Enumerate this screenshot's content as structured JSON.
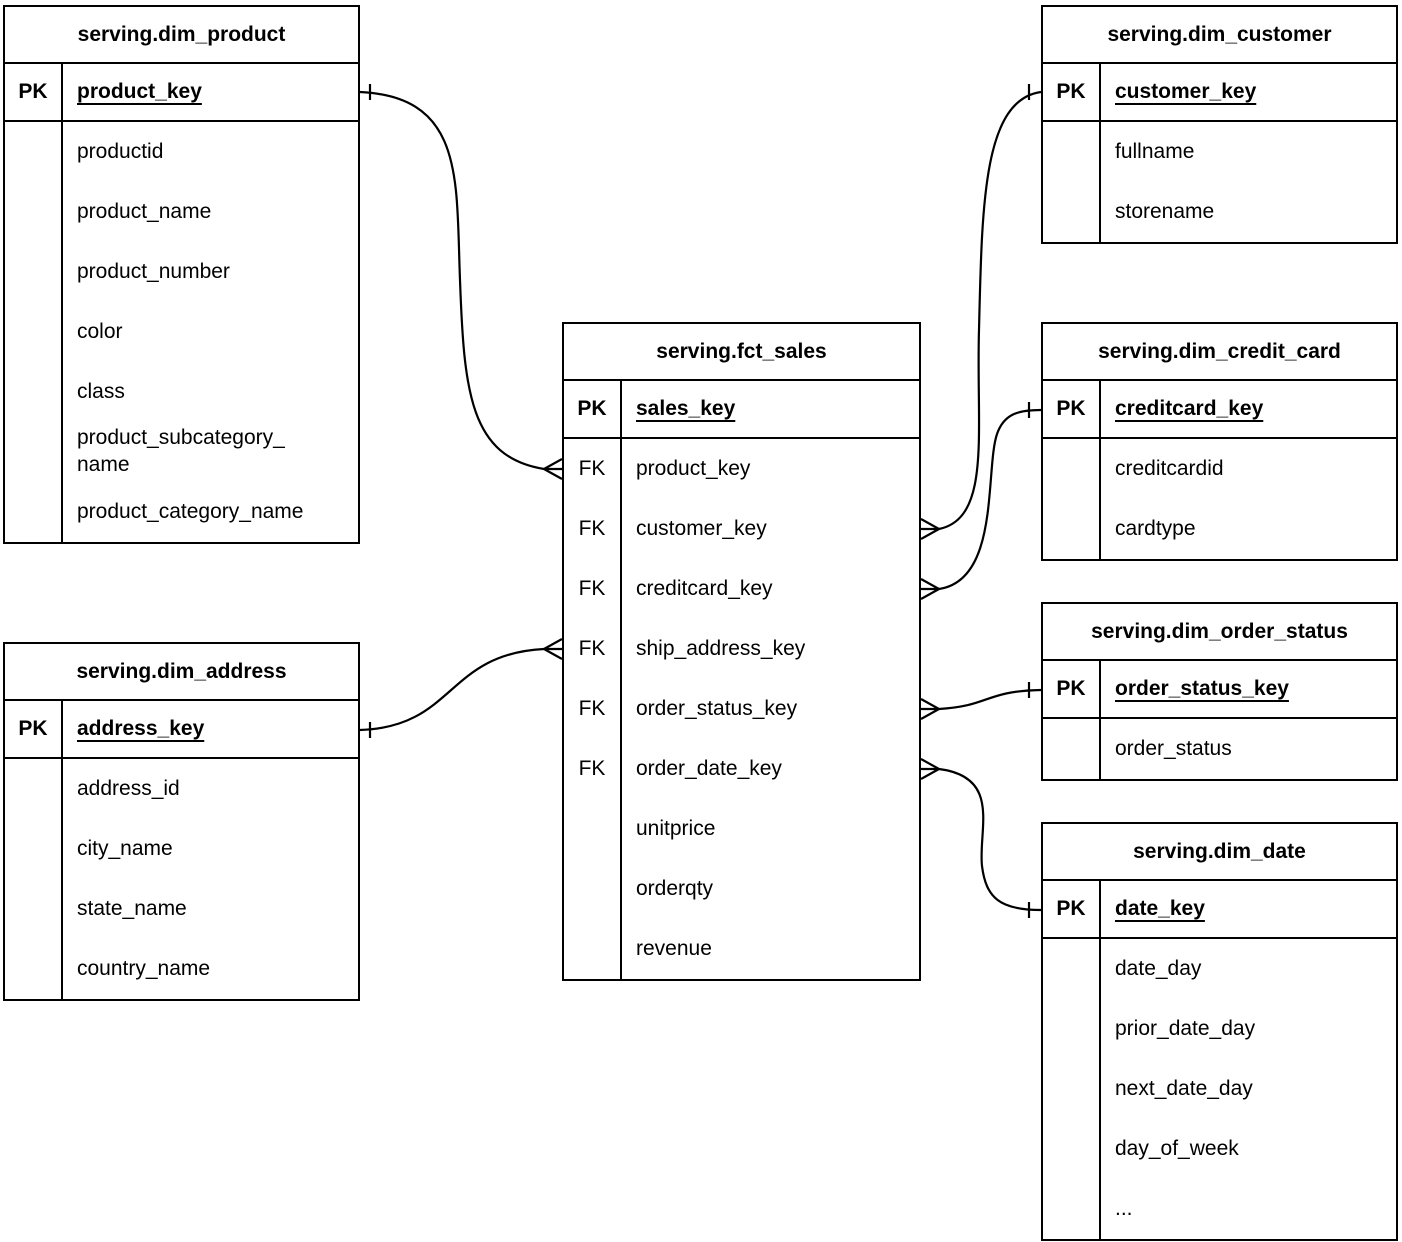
{
  "diagram_type": "entity-relationship",
  "colors": {
    "line": "#000000",
    "background": "#ffffff",
    "text": "#000000"
  },
  "tables": {
    "dim_product": {
      "title": "serving.dim_product",
      "pk": {
        "tag": "PK",
        "field": "product_key"
      },
      "rows": [
        {
          "tag": "",
          "field": "productid"
        },
        {
          "tag": "",
          "field": "product_name"
        },
        {
          "tag": "",
          "field": "product_number"
        },
        {
          "tag": "",
          "field": "color"
        },
        {
          "tag": "",
          "field": "class"
        },
        {
          "tag": "",
          "field": "product_subcategory_\nname"
        },
        {
          "tag": "",
          "field": "product_category_name"
        }
      ]
    },
    "dim_address": {
      "title": "serving.dim_address",
      "pk": {
        "tag": "PK",
        "field": "address_key"
      },
      "rows": [
        {
          "tag": "",
          "field": "address_id"
        },
        {
          "tag": "",
          "field": "city_name"
        },
        {
          "tag": "",
          "field": "state_name"
        },
        {
          "tag": "",
          "field": "country_name"
        }
      ]
    },
    "fct_sales": {
      "title": "serving.fct_sales",
      "pk": {
        "tag": "PK",
        "field": "sales_key"
      },
      "rows": [
        {
          "tag": "FK",
          "field": "product_key"
        },
        {
          "tag": "FK",
          "field": "customer_key"
        },
        {
          "tag": "FK",
          "field": "creditcard_key"
        },
        {
          "tag": "FK",
          "field": "ship_address_key"
        },
        {
          "tag": "FK",
          "field": "order_status_key"
        },
        {
          "tag": "FK",
          "field": "order_date_key"
        },
        {
          "tag": "",
          "field": "unitprice"
        },
        {
          "tag": "",
          "field": "orderqty"
        },
        {
          "tag": "",
          "field": "revenue"
        }
      ]
    },
    "dim_customer": {
      "title": "serving.dim_customer",
      "pk": {
        "tag": "PK",
        "field": "customer_key"
      },
      "rows": [
        {
          "tag": "",
          "field": "fullname"
        },
        {
          "tag": "",
          "field": "storename"
        }
      ]
    },
    "dim_credit_card": {
      "title": "serving.dim_credit_card",
      "pk": {
        "tag": "PK",
        "field": "creditcard_key"
      },
      "rows": [
        {
          "tag": "",
          "field": "creditcardid"
        },
        {
          "tag": "",
          "field": "cardtype"
        }
      ]
    },
    "dim_order_status": {
      "title": "serving.dim_order_status",
      "pk": {
        "tag": "PK",
        "field": "order_status_key"
      },
      "rows": [
        {
          "tag": "",
          "field": "order_status"
        }
      ]
    },
    "dim_date": {
      "title": "serving.dim_date",
      "pk": {
        "tag": "PK",
        "field": "date_key"
      },
      "rows": [
        {
          "tag": "",
          "field": "date_day"
        },
        {
          "tag": "",
          "field": "prior_date_day"
        },
        {
          "tag": "",
          "field": "next_date_day"
        },
        {
          "tag": "",
          "field": "day_of_week"
        },
        {
          "tag": "",
          "field": "..."
        }
      ]
    }
  },
  "relationships": [
    {
      "from": "serving.fct_sales.product_key",
      "to": "serving.dim_product.product_key",
      "from_cardinality": "many",
      "to_cardinality": "one"
    },
    {
      "from": "serving.fct_sales.customer_key",
      "to": "serving.dim_customer.customer_key",
      "from_cardinality": "many",
      "to_cardinality": "one"
    },
    {
      "from": "serving.fct_sales.creditcard_key",
      "to": "serving.dim_credit_card.creditcard_key",
      "from_cardinality": "many",
      "to_cardinality": "one"
    },
    {
      "from": "serving.fct_sales.ship_address_key",
      "to": "serving.dim_address.address_key",
      "from_cardinality": "many",
      "to_cardinality": "one"
    },
    {
      "from": "serving.fct_sales.order_status_key",
      "to": "serving.dim_order_status.order_status_key",
      "from_cardinality": "many",
      "to_cardinality": "one"
    },
    {
      "from": "serving.fct_sales.order_date_key",
      "to": "serving.dim_date.date_key",
      "from_cardinality": "many",
      "to_cardinality": "one"
    }
  ]
}
